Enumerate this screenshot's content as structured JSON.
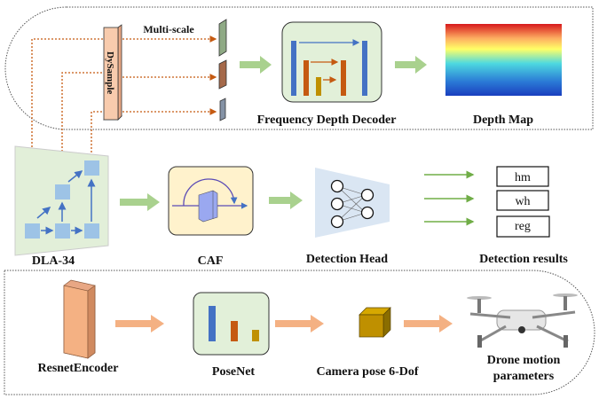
{
  "top_branch": {
    "dysample_label": "DySample",
    "multiscale_label": "Multi-scale",
    "decoder_label": "Frequency Depth Decoder",
    "depth_map_label": "Depth Map"
  },
  "middle_branch": {
    "backbone_label": "DLA-34",
    "caf_label": "CAF",
    "head_label": "Detection Head",
    "results_label": "Detection results",
    "outputs": [
      "hm",
      "wh",
      "reg"
    ]
  },
  "bottom_branch": {
    "encoder_label": "ResnetEncoder",
    "posenet_label": "PoseNet",
    "pose_label": "Camera pose 6-Dof",
    "drone_label_line1": "Drone motion",
    "drone_label_line2": "parameters"
  },
  "colors": {
    "flow_arrow_green": "#a9d18e",
    "flow_arrow_orange": "#f4b183",
    "skip_dotted": "#c55a11",
    "decoder_fill": "#e2f0d9",
    "caf_fill": "#fff2cc",
    "block_blue": "#9dc3e6"
  }
}
